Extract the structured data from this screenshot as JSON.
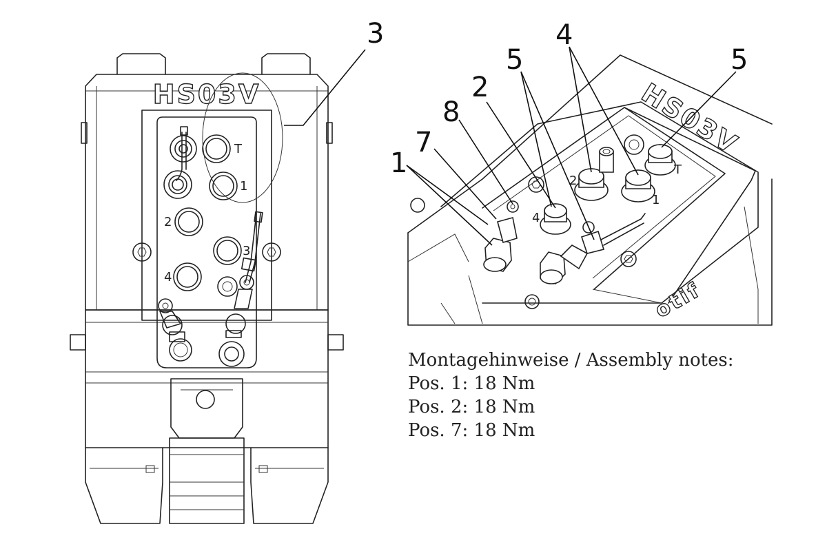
{
  "drawing": {
    "embossed_label": "HS03V",
    "left_view": {
      "port_labels": [
        "T",
        "1",
        "2",
        "3",
        "4"
      ],
      "callouts": [
        "3"
      ]
    },
    "right_view": {
      "port_labels": [
        "T",
        "1",
        "2",
        "4"
      ],
      "callouts": [
        "1",
        "7",
        "8",
        "2",
        "5",
        "4",
        "5"
      ],
      "brand_fragment": "otif"
    }
  },
  "notes": {
    "heading": "Montagehinweise / Assembly notes:",
    "items": [
      "Pos. 1: 18 Nm",
      "Pos. 2: 18 Nm",
      "Pos. 7: 18 Nm"
    ]
  }
}
